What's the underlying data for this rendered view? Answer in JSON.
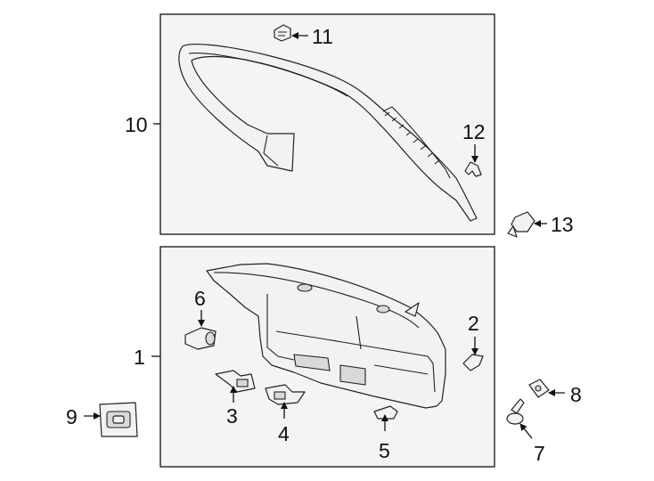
{
  "diagram": {
    "callouts": {
      "c1": "1",
      "c2": "2",
      "c3": "3",
      "c4": "4",
      "c5": "5",
      "c6": "6",
      "c7": "7",
      "c8": "8",
      "c9": "9",
      "c10": "10",
      "c11": "11",
      "c12": "12",
      "c13": "13"
    },
    "colors": {
      "frame_fill": "#f4f4f4",
      "part_fill": "#f2f2f2",
      "outline": "#222222"
    }
  }
}
